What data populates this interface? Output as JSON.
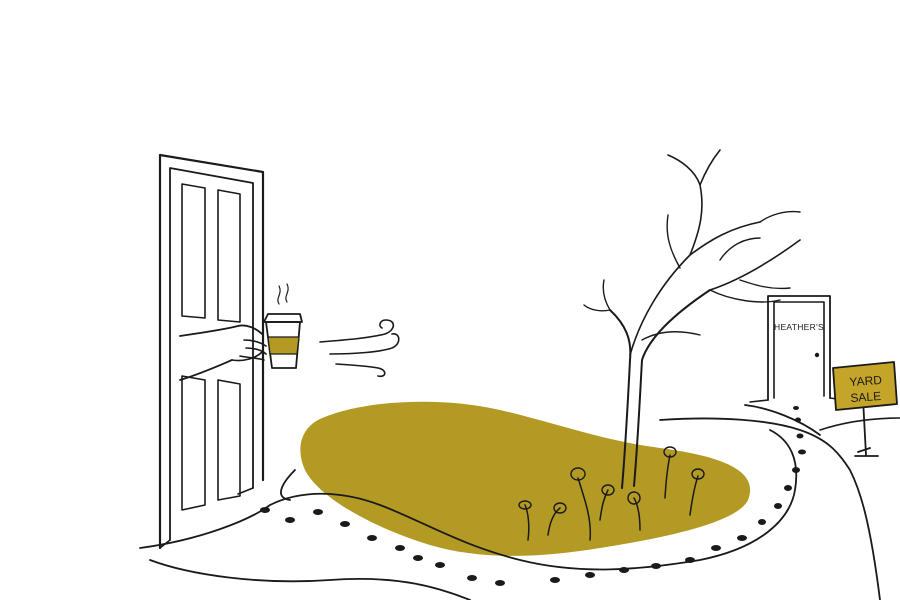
{
  "illustration": {
    "neighbor_door_sign": "HEATHER'S",
    "yard_sign": {
      "line1": "YARD",
      "line2": "SALE"
    }
  },
  "colors": {
    "ink": "#1a1a1a",
    "lawn": "#b39a24",
    "sign_board": "#c4a52a",
    "cup_band": "#b39a24",
    "background": "#ffffff"
  }
}
